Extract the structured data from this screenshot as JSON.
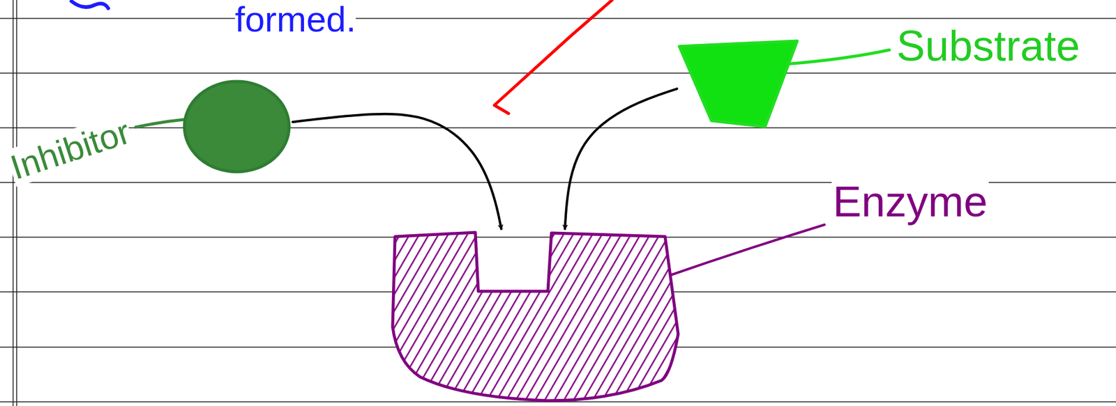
{
  "diagram": {
    "nodes": [
      {
        "text": [
          "Inhibitor"
        ]
      },
      {
        "text": [
          "Substrate"
        ]
      },
      {
        "text": [
          "Enzyme"
        ]
      }
    ],
    "edges": [
      {
        "from": 0,
        "to": 2,
        "arrow": "to"
      },
      {
        "from": 1,
        "to": 2,
        "arrow": "to"
      }
    ],
    "labels": [
      "formed."
    ]
  }
}
